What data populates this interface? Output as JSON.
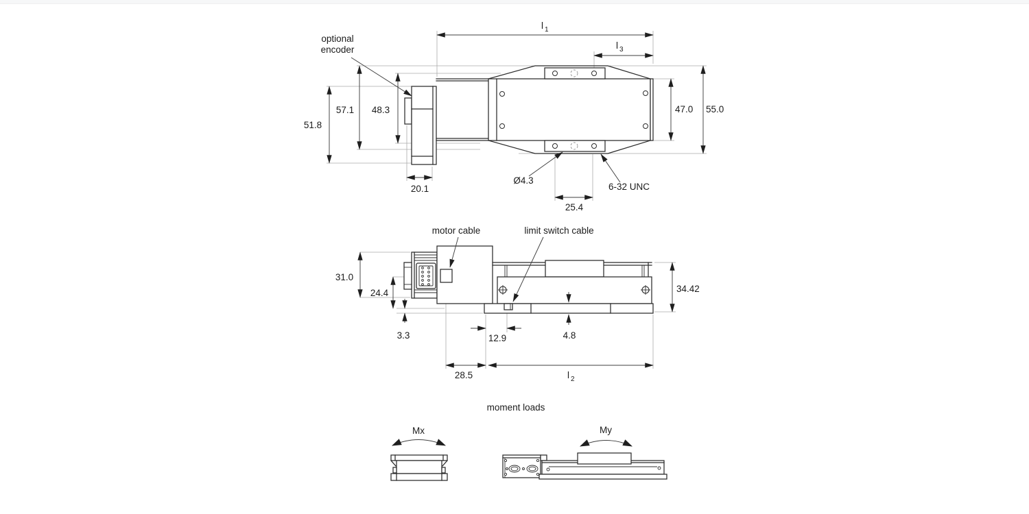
{
  "page": {
    "background": "#ffffff",
    "top_strip_color": "#f6f7f8",
    "ink_color": "#2b2b2b",
    "dimension_line_color": "#3f3f3f",
    "extension_line_color": "#aaaaaa"
  },
  "drawing": {
    "top_view": {
      "callout_encoder_line1": "optional",
      "callout_encoder_line2": "encoder",
      "dim_l1": {
        "main": "l",
        "sub": "1"
      },
      "dim_l3": {
        "main": "l",
        "sub": "3"
      },
      "dim_57_1": "57.1",
      "dim_48_3": "48.3",
      "dim_51_8": "51.8",
      "dim_47_0": "47.0",
      "dim_55_0": "55.0",
      "dim_20_1": "20.1",
      "dim_25_4": "25.4",
      "callout_hole_diameter": "Ø4.3",
      "callout_thread": "6-32 UNC"
    },
    "side_view": {
      "callout_motor_cable": "motor cable",
      "callout_limit_switch_cable": "limit switch cable",
      "dim_31_0": "31.0",
      "dim_24_4": "24.4",
      "dim_3_3": "3.3",
      "dim_12_9": "12.9",
      "dim_4_8": "4.8",
      "dim_28_5": "28.5",
      "dim_34_42": "34.42",
      "dim_l2": {
        "main": "l",
        "sub": "2"
      }
    },
    "moment_loads": {
      "title": "moment loads",
      "mx_label": "Mx",
      "my_label": "My"
    }
  }
}
